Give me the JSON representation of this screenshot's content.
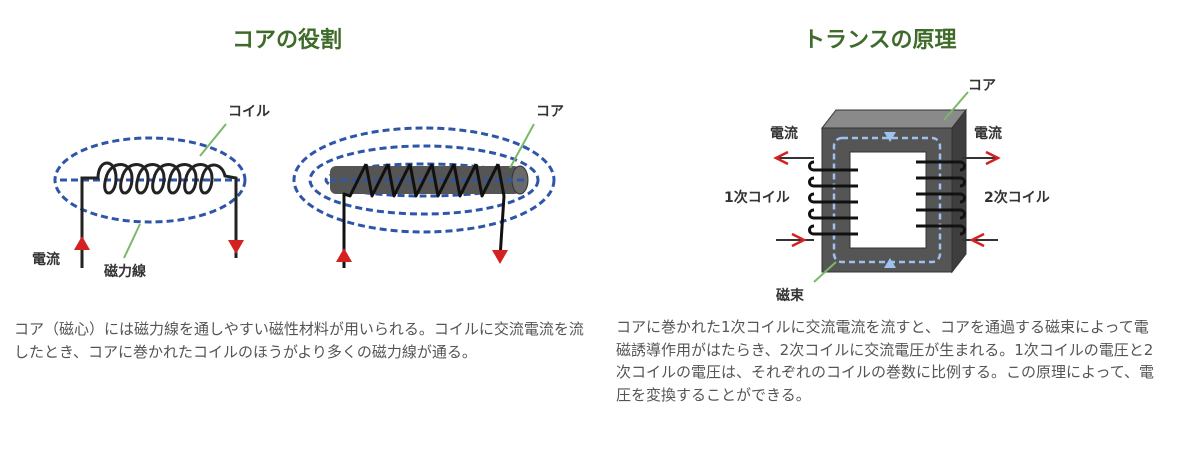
{
  "left": {
    "title": "コアの役割",
    "labels": {
      "coil": "コイル",
      "core": "コア",
      "current": "電流",
      "field_lines": "磁力線"
    },
    "description": "コア（磁心）には磁力線を通しやすい磁性材料が用いられる。コイルに交流電流を流したとき、コアに巻かれたコイルのほうがより多くの磁力線が通る。"
  },
  "right": {
    "title": "トランスの原理",
    "labels": {
      "core": "コア",
      "current_left": "電流",
      "current_right": "電流",
      "primary_coil": "1次コイル",
      "secondary_coil": "2次コイル",
      "flux": "磁束"
    },
    "description": "コアに巻かれた1次コイルに交流電流を流すと、コアを通過する磁束によって電磁誘導作用がはたらき、2次コイルに交流電圧が生まれる。1次コイルの電圧と2次コイルの電圧は、それぞれのコイルの巻数に比例する。この原理によって、電圧を変換することができる。"
  },
  "colors": {
    "title": "#3e6b2a",
    "field_line": "#2e56a8",
    "arrow": "#d42020",
    "core": "#555555",
    "text": "#555555"
  }
}
